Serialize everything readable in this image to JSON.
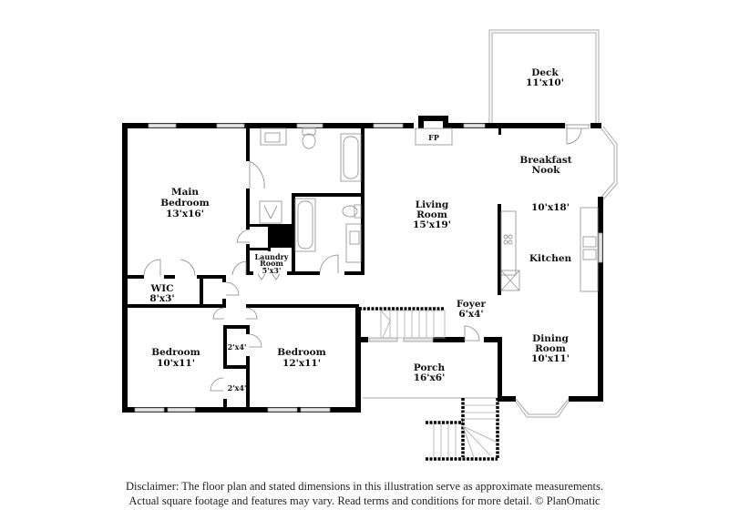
{
  "floorplan": {
    "rooms": [
      {
        "id": "main-bedroom",
        "name": "Main Bedroom",
        "line1": "Main",
        "line2": "Bedroom",
        "dims": "13'x16'"
      },
      {
        "id": "wic",
        "name": "WIC",
        "line1": "WIC",
        "dims": "8'x3'"
      },
      {
        "id": "laundry",
        "name": "Laundry Room",
        "line1": "Laundry",
        "line2": "Room",
        "dims": "5'x3'"
      },
      {
        "id": "bedroom-1",
        "name": "Bedroom",
        "line1": "Bedroom",
        "dims": "10'x11'"
      },
      {
        "id": "bedroom-2",
        "name": "Bedroom",
        "line1": "Bedroom",
        "dims": "12'x11'"
      },
      {
        "id": "closet-1",
        "dims": "2'x4'"
      },
      {
        "id": "closet-2",
        "dims": "2'x4'"
      },
      {
        "id": "living-room",
        "name": "Living Room",
        "line1": "Living",
        "line2": "Room",
        "dims": "15'x19'"
      },
      {
        "id": "fireplace",
        "label": "FP"
      },
      {
        "id": "deck",
        "name": "Deck",
        "line1": "Deck",
        "dims": "11'x10'"
      },
      {
        "id": "breakfast-nook",
        "name": "Breakfast Nook",
        "line1": "Breakfast",
        "line2": "Nook",
        "dims": "10'x18'"
      },
      {
        "id": "kitchen",
        "name": "Kitchen",
        "line1": "Kitchen"
      },
      {
        "id": "foyer",
        "name": "Foyer",
        "line1": "Foyer",
        "dims": "6'x4'"
      },
      {
        "id": "dining-room",
        "name": "Dining Room",
        "line1": "Dining",
        "line2": "Room",
        "dims": "10'x11'"
      },
      {
        "id": "porch",
        "name": "Porch",
        "line1": "Porch",
        "dims": "16'x6'"
      }
    ],
    "colors": {
      "wall": "#000000",
      "fixture": "#999999",
      "background": "#ffffff"
    }
  },
  "disclaimer": {
    "line1": "Disclaimer: The floor plan and stated dimensions in this illustration serve as approximate measurements.",
    "line2": "Actual square footage and features may vary. Read terms and conditions for more detail. © PlanOmatic"
  }
}
